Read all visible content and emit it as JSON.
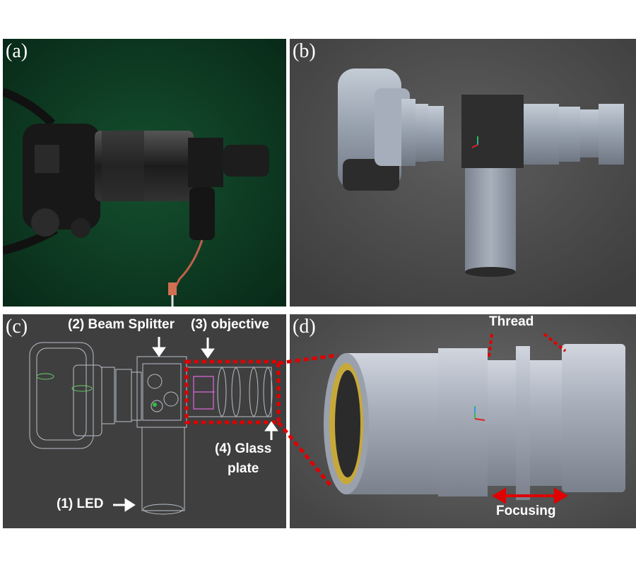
{
  "panels": {
    "a": {
      "label": "(a)"
    },
    "b": {
      "label": "(b)"
    },
    "c": {
      "label": "(c)",
      "beam_splitter": "(2) Beam Splitter",
      "objective": "(3) objective",
      "glass_plate_line1": "(4) Glass",
      "glass_plate_line2": "plate",
      "led": "(1) LED"
    },
    "d": {
      "label": "(d)",
      "thread": "Thread",
      "focusing": "Focusing"
    }
  },
  "colors": {
    "annotation_white": "#ffffff",
    "annotation_red": "#ff1010",
    "highlight_box": "#e00000"
  }
}
